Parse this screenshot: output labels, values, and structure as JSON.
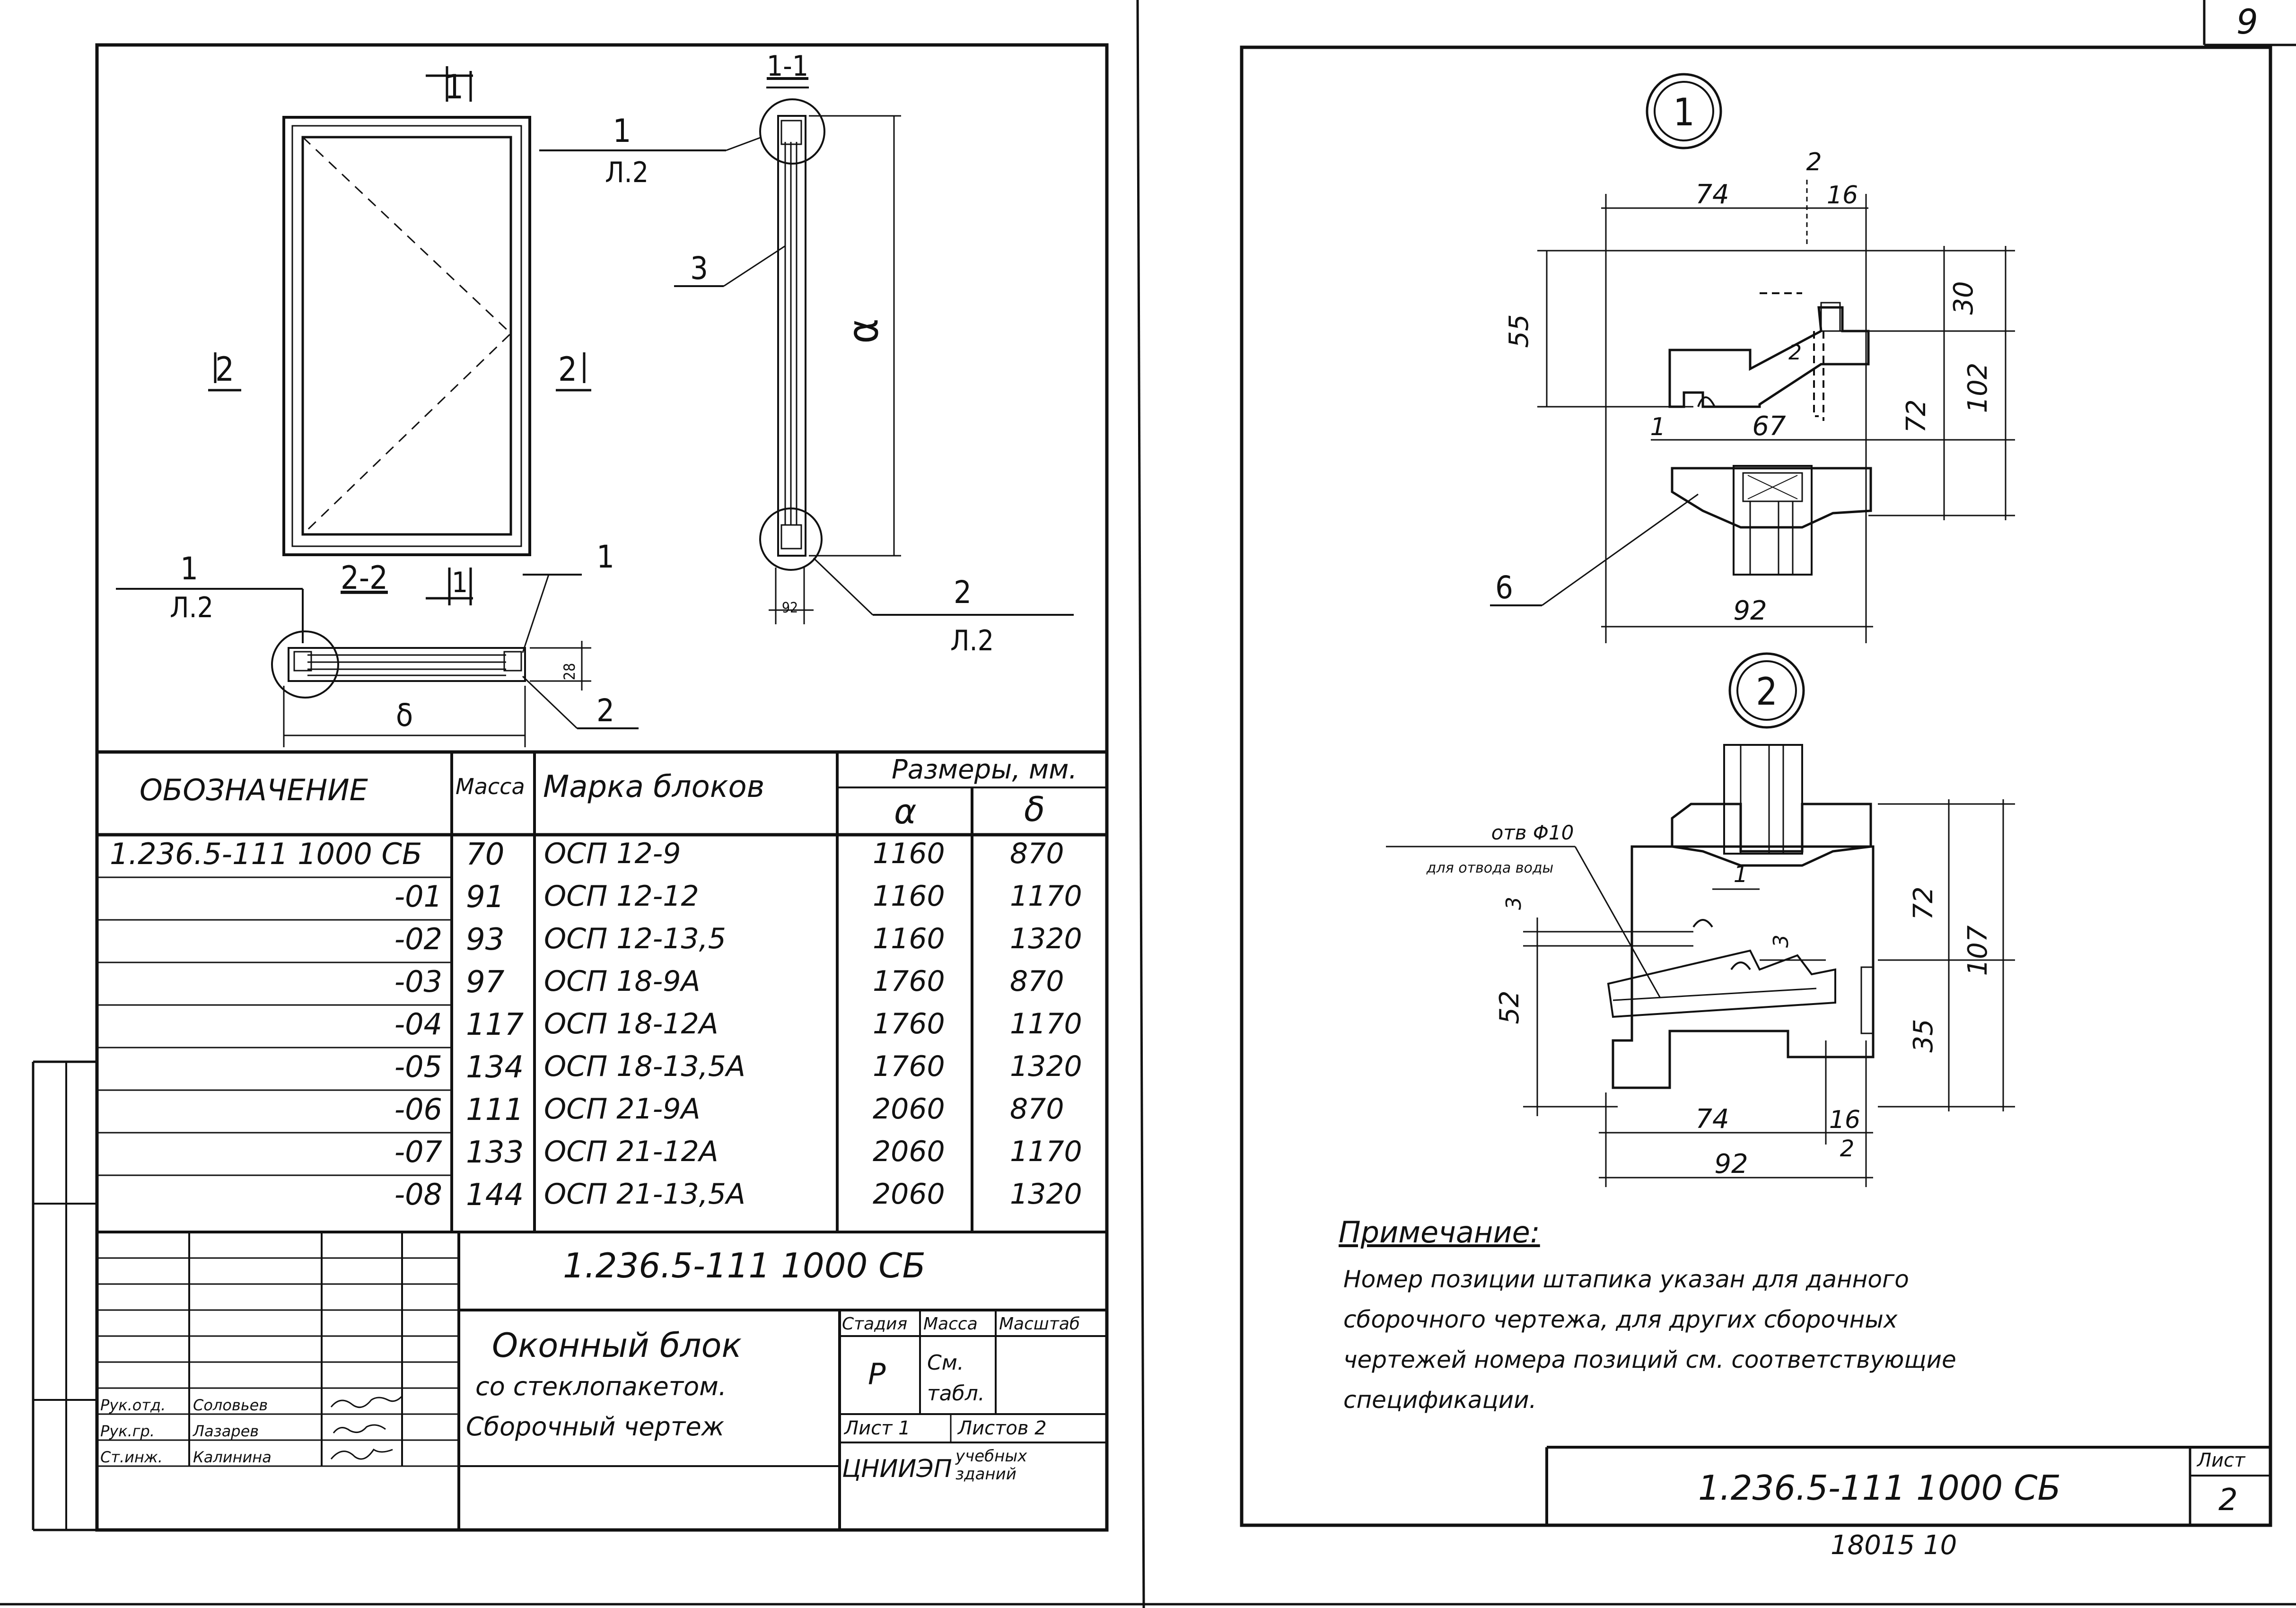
{
  "page_number": "9",
  "left_sheet": {
    "section_labels": {
      "sec_1_1_top": "1",
      "sec_1_1_side": "1-1",
      "sec_2_2": "2-2",
      "sec_2_2_right": "1",
      "left_2": "2",
      "right_2": "2",
      "dim_a": "α",
      "dim_b": "δ",
      "dim_92": "92",
      "dim_28": "28",
      "callout_1_top": "1",
      "callout_1_top_sheet": "Л.2",
      "callout_3": "3",
      "callout_2_right": "2",
      "callout_2_right_sheet": "Л.2",
      "callout_1_left": "1",
      "callout_1_left_sheet": "Л.2",
      "callout_1_bottom": "1",
      "callout_2_bottom": "2"
    },
    "table": {
      "headers": {
        "designation": "ОБОЗНАЧЕНИЕ",
        "mass": "Масса",
        "mark": "Марка блоков",
        "sizes": "Размеры, мм.",
        "a": "α",
        "b": "δ"
      },
      "rows": [
        {
          "designation": "1.236.5-111 1000 СБ",
          "mass": "70",
          "mark": "ОСП 12-9",
          "a": "1160",
          "b": "870"
        },
        {
          "designation": "-01",
          "mass": "91",
          "mark": "ОСП 12-12",
          "a": "1160",
          "b": "1170"
        },
        {
          "designation": "-02",
          "mass": "93",
          "mark": "ОСП 12-13,5",
          "a": "1160",
          "b": "1320"
        },
        {
          "designation": "-03",
          "mass": "97",
          "mark": "ОСП 18-9А",
          "a": "1760",
          "b": "870"
        },
        {
          "designation": "-04",
          "mass": "117",
          "mark": "ОСП 18-12А",
          "a": "1760",
          "b": "1170"
        },
        {
          "designation": "-05",
          "mass": "134",
          "mark": "ОСП 18-13,5А",
          "a": "1760",
          "b": "1320"
        },
        {
          "designation": "-06",
          "mass": "111",
          "mark": "ОСП 21-9А",
          "a": "2060",
          "b": "870"
        },
        {
          "designation": "-07",
          "mass": "133",
          "mark": "ОСП 21-12А",
          "a": "2060",
          "b": "1170"
        },
        {
          "designation": "-08",
          "mass": "144",
          "mark": "ОСП 21-13,5А",
          "a": "2060",
          "b": "1320"
        }
      ]
    },
    "title_block": {
      "code": "1.236.5-111 1000 СБ",
      "title_line1": "Оконный блок",
      "title_line2": "со стеклопакетом.",
      "title_line3": "Сборочный чертеж",
      "stage_label": "Стадия",
      "mass_label": "Масса",
      "scale_label": "Масштаб",
      "stage": "Р",
      "mass_value_1": "См.",
      "mass_value_2": "табл.",
      "sheet_label": "Лист 1",
      "sheets_label": "Листов 2",
      "org": "ЦНИИЭП",
      "org_sub_1": "учебных",
      "org_sub_2": "зданий",
      "people": [
        {
          "role": "Рук.отд.",
          "name": "Соловьев"
        },
        {
          "role": "Рук.гр.",
          "name": "Лазарев"
        },
        {
          "role": "Ст.инж.",
          "name": "Калинина"
        }
      ]
    }
  },
  "right_sheet": {
    "detail_1": {
      "label": "1",
      "dims": {
        "d74": "74",
        "d16": "16",
        "d2": "2",
        "d30": "30",
        "d55": "55",
        "d72": "72",
        "d102": "102",
        "d67": "67",
        "d1": "1",
        "d2b": "2",
        "d92": "92"
      },
      "callout_6": "6"
    },
    "detail_2": {
      "label": "2",
      "hole_line1": "отв Φ10",
      "hole_line2": "для отвода воды",
      "dims": {
        "d1": "1",
        "d3a": "3",
        "d3b": "3",
        "d72": "72",
        "d107": "107",
        "d52": "52",
        "d35": "35",
        "d74": "74",
        "d16": "16",
        "d2": "2",
        "d92": "92"
      }
    },
    "note": {
      "title": "Примечание:",
      "line1": "Номер позиции штапика указан для данного",
      "line2": "сборочного чертежа, для других сборочных",
      "line3": "чертежей номера позиций см. соответствующие",
      "line4": "спецификации."
    },
    "stamp": {
      "code": "1.236.5-111 1000 СБ",
      "sheet_label": "Лист",
      "sheet": "2"
    },
    "footer": "18015 10"
  }
}
